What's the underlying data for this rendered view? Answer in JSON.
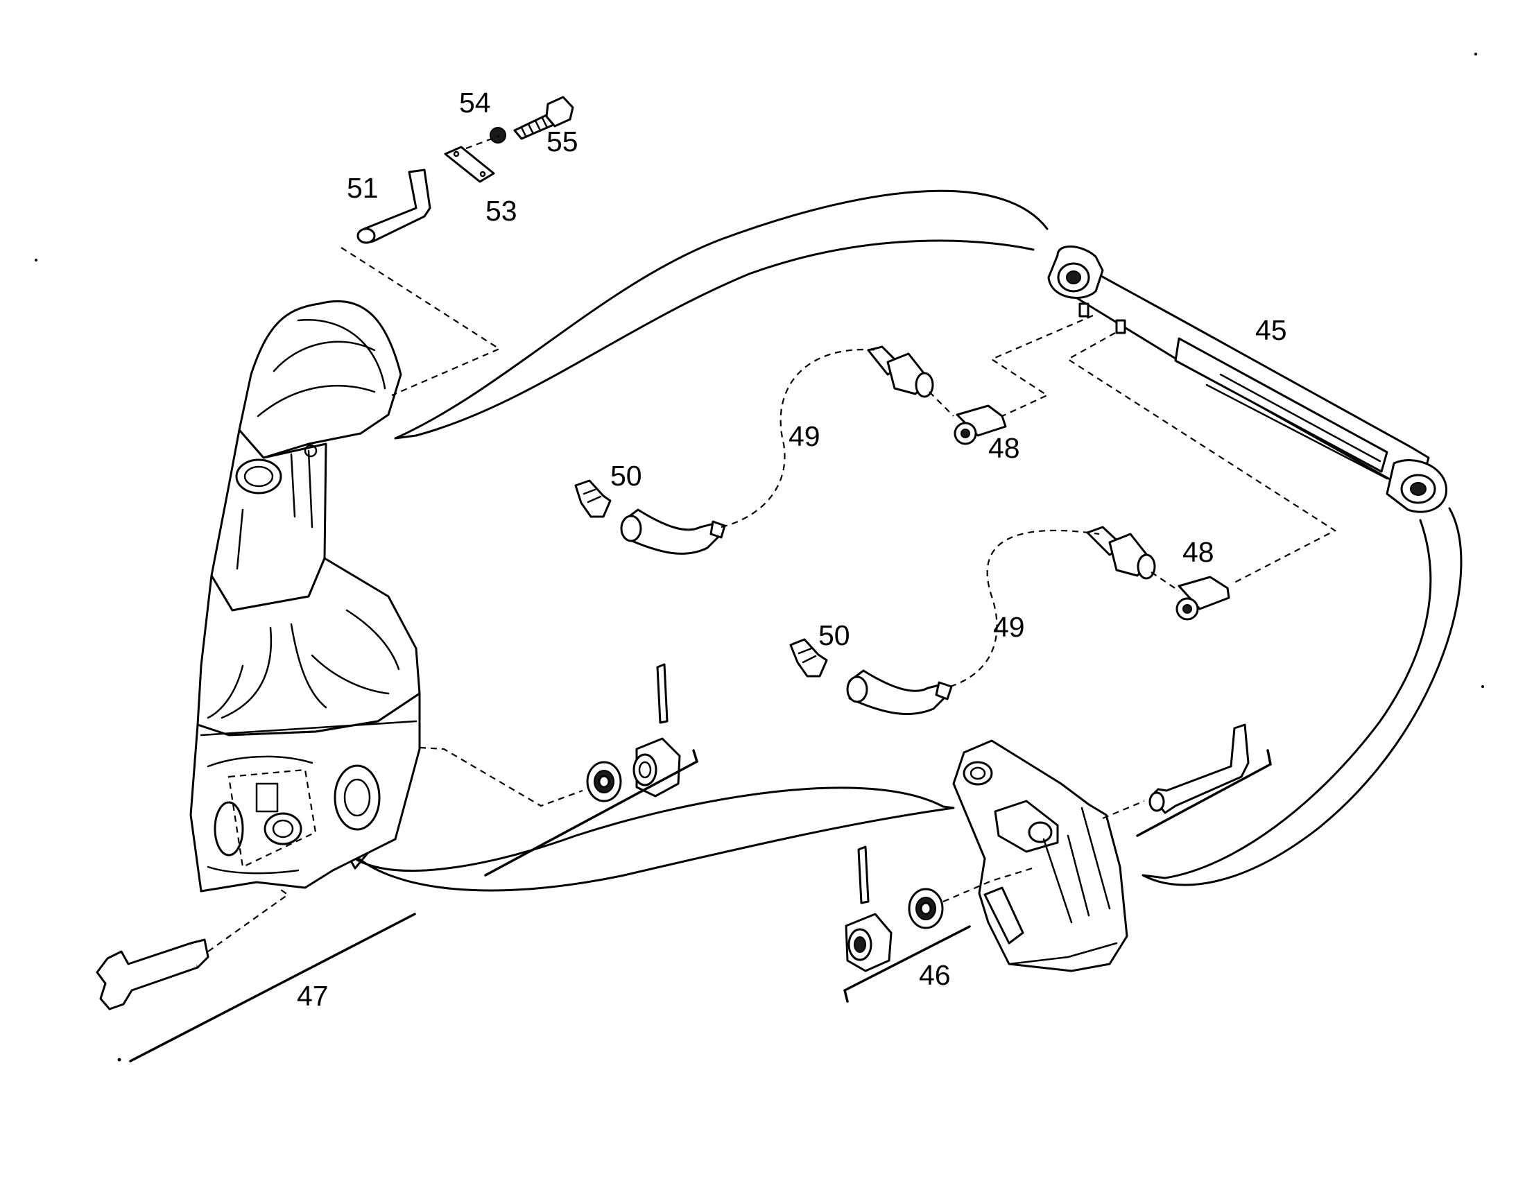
{
  "callouts": {
    "n45": "45",
    "n46": "46",
    "n47": "47",
    "n48a": "48",
    "n48b": "48",
    "n49a": "49",
    "n49b": "49",
    "n50a": "50",
    "n50b": "50",
    "n51": "51",
    "n53": "53",
    "n54": "54",
    "n55": "55"
  }
}
